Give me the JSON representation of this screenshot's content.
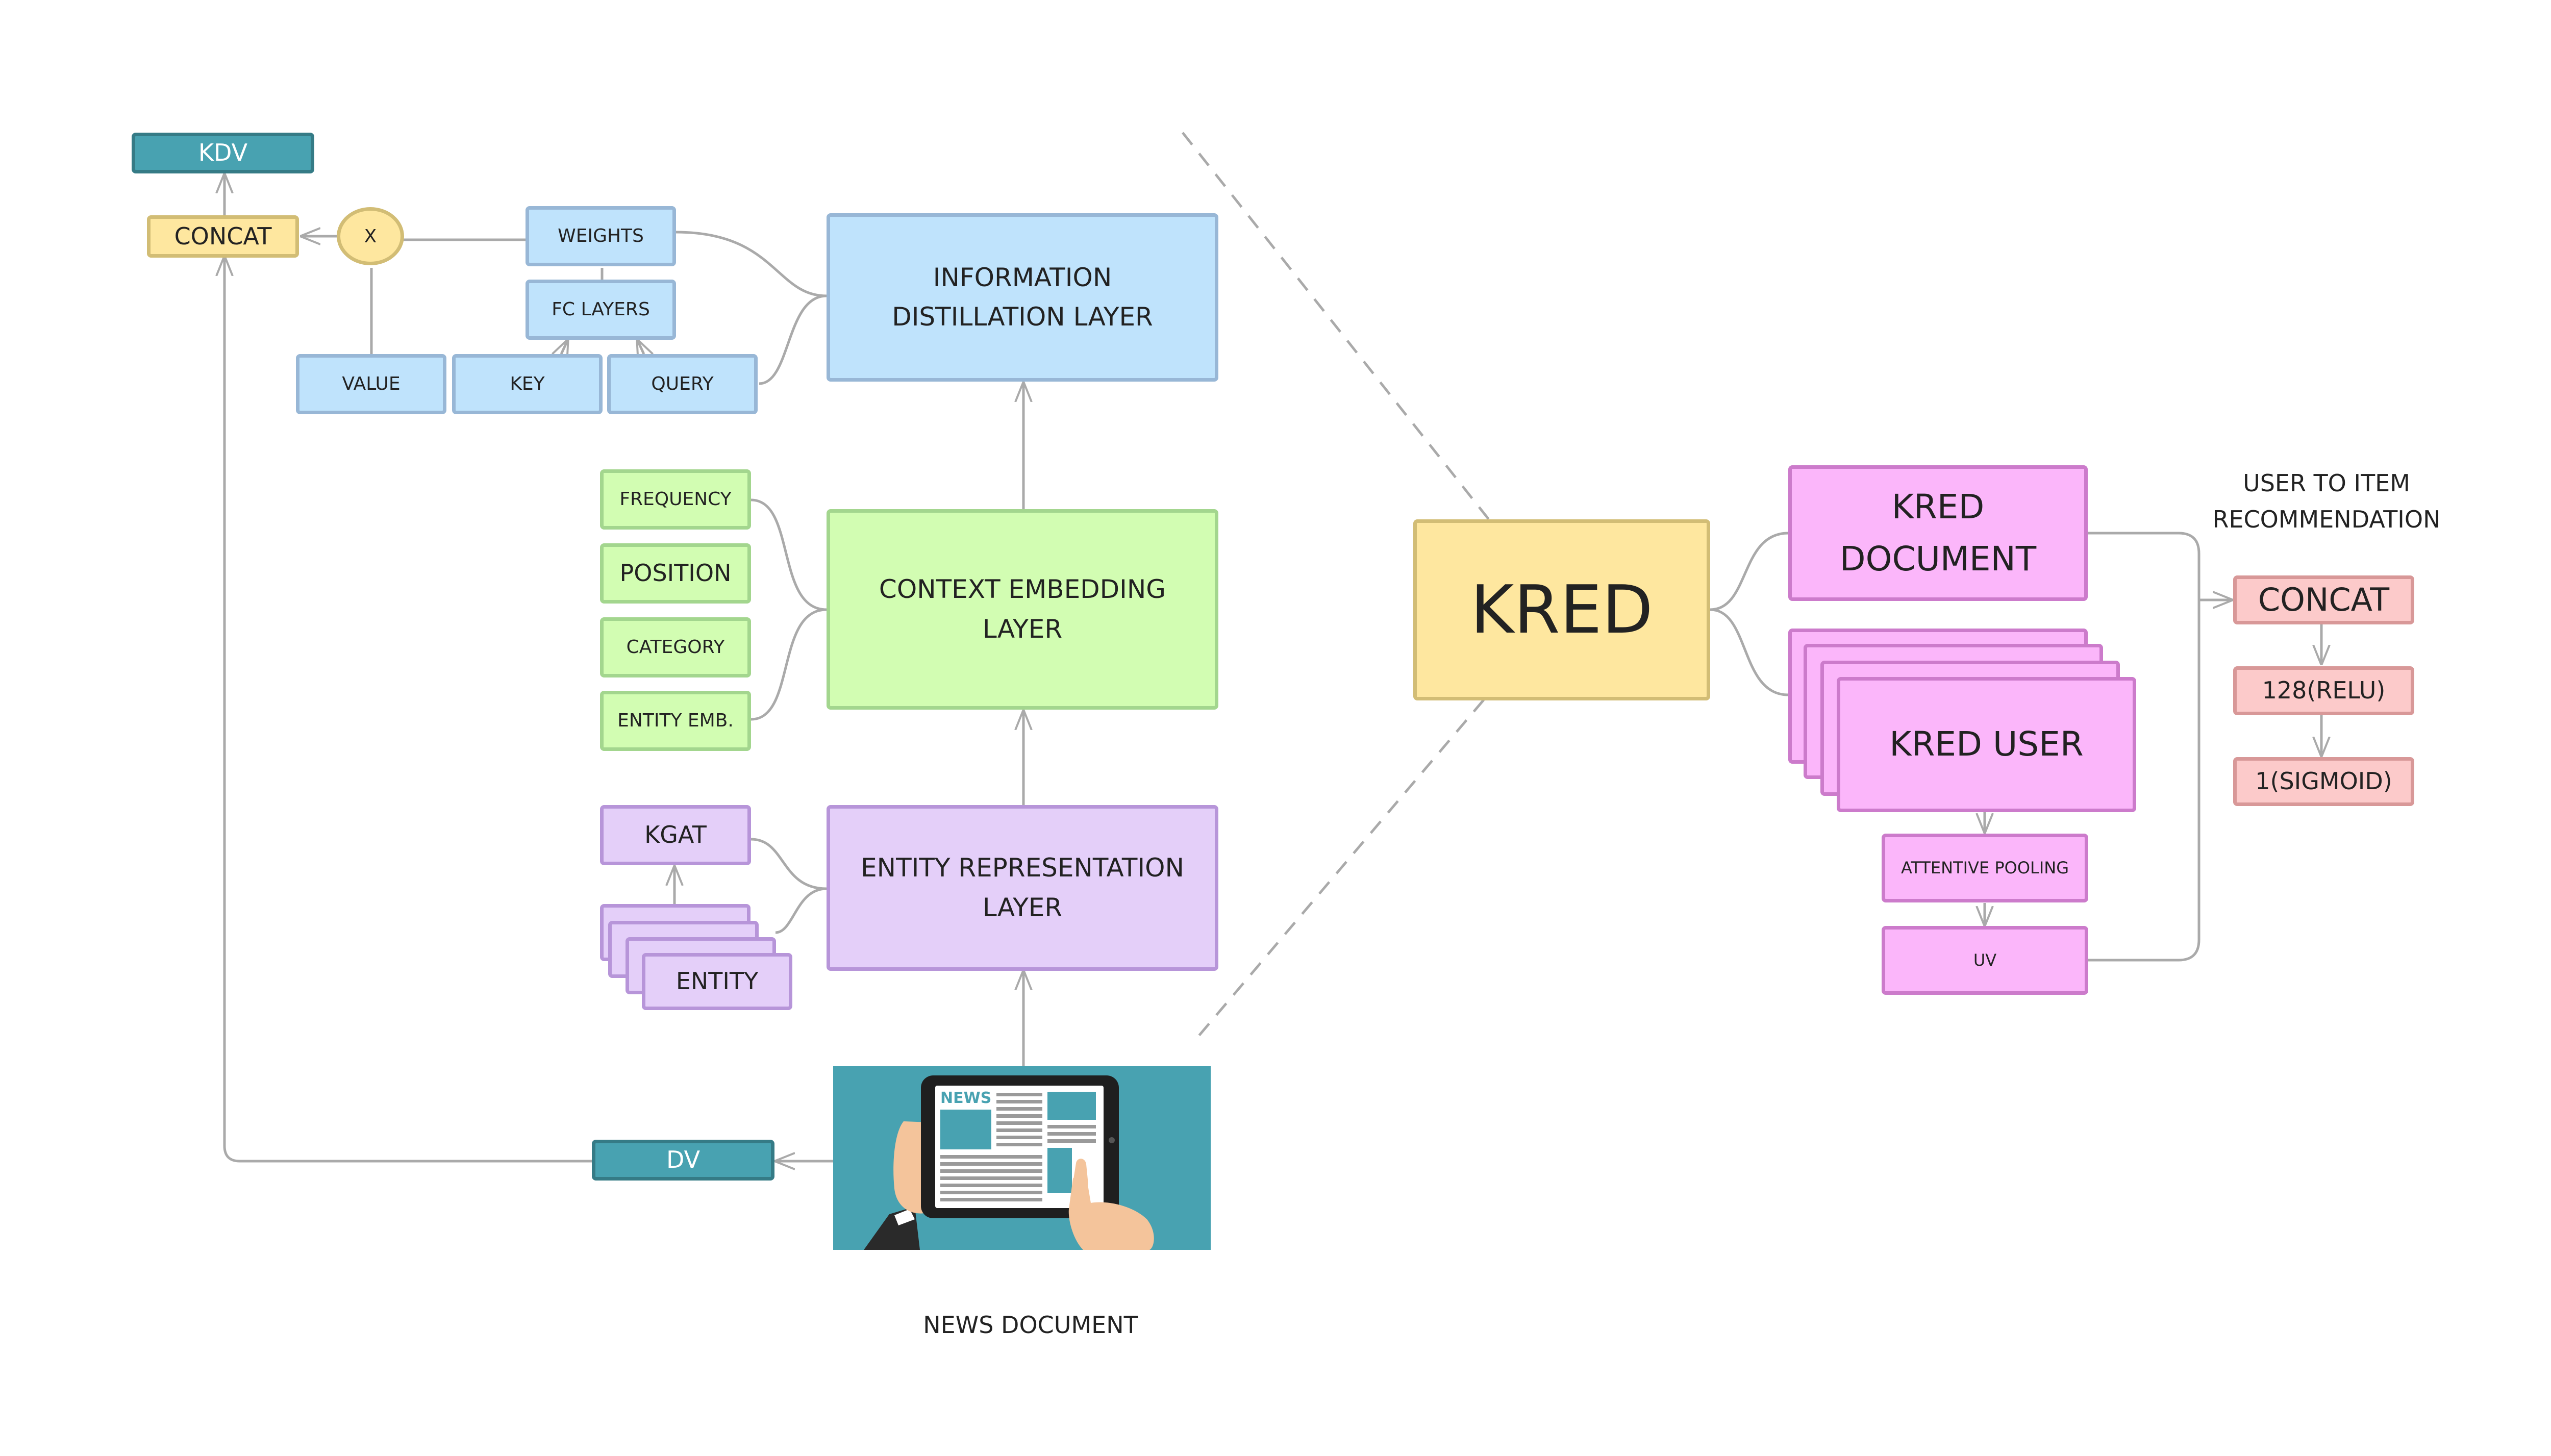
{
  "diagram": {
    "left": {
      "kdv": "KDV",
      "concat": "CONCAT",
      "multiply": "X",
      "weights": "WEIGHTS",
      "fc_layers": "FC LAYERS",
      "value": "VALUE",
      "key": "KEY",
      "query": "QUERY",
      "information_distillation": "INFORMATION\nDISTILLATION LAYER",
      "frequency": "FREQUENCY",
      "position": "POSITION",
      "category": "CATEGORY",
      "entity_emb": "ENTITY EMB.",
      "context_embedding": "CONTEXT EMBEDDING\nLAYER",
      "kgat": "KGAT",
      "entity": "ENTITY",
      "entity_representation": "ENTITY REPRESENTATION\nLAYER",
      "dv": "DV",
      "news_document": "NEWS DOCUMENT",
      "image_badge": "NEWS"
    },
    "center": {
      "kred": "KRED"
    },
    "right": {
      "kred_document": "KRED\nDOCUMENT",
      "kred_user": "KRED USER",
      "attentive_pooling": "ATTENTIVE POOLING",
      "uv": "UV",
      "task_label": "USER TO ITEM\nRECOMMENDATION",
      "concat": "CONCAT",
      "relu": "128(RELU)",
      "sigmoid": "1(SIGMOID)"
    }
  },
  "colors": {
    "blue": "#bfe3fc",
    "green": "#d2fdb2",
    "purple": "#e4cff9",
    "pink": "#fbb6fa",
    "salmon": "#fccaca",
    "yellow": "#fee79f",
    "teal": "#48a2b1",
    "connector": "#aaaaaa"
  }
}
